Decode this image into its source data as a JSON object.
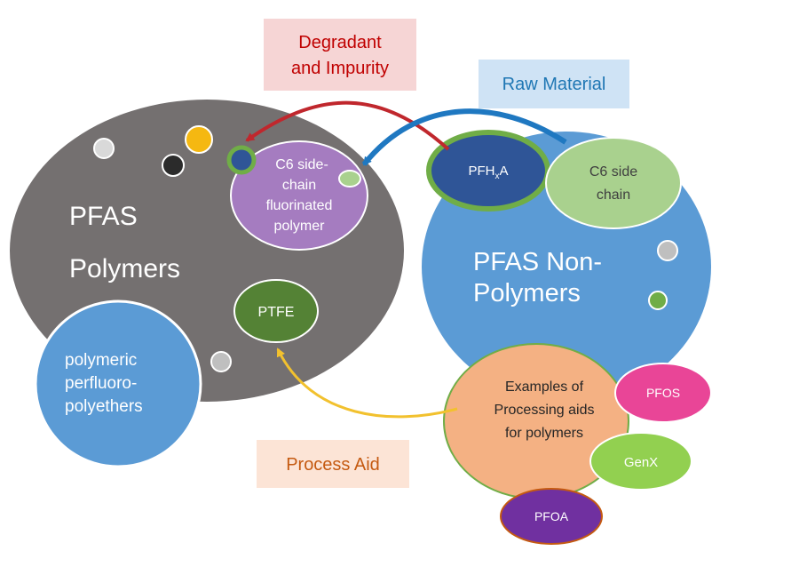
{
  "colors": {
    "polymers_bg": "#747070",
    "non_polymers_bg": "#5b9bd5",
    "perfluoro_bg": "#5b9bd5",
    "side_chain_polymer": "#a57cc0",
    "pfhxa": "#2f5597",
    "c6_side_chain": "#a9d18e",
    "ptfe": "#548235",
    "processing_aids": "#f4b183",
    "pfos": "#e94597",
    "genx": "#92d050",
    "pfoa": "#7030a0",
    "degradant_label_bg": "#f6d5d5",
    "degradant_text": "#c00000",
    "raw_label_bg": "#cfe3f5",
    "raw_text": "#1f77b4",
    "process_label_bg": "#fce4d6",
    "process_text": "#c55a11",
    "arrow_red": "#c0272d",
    "arrow_blue": "#1f78c1",
    "arrow_yellow": "#f2c12e"
  },
  "labels": {
    "degradant_line1": "Degradant",
    "degradant_line2": "and Impurity",
    "raw_material": "Raw Material",
    "process_aid": "Process Aid"
  },
  "polymers": {
    "line1": "PFAS",
    "line2": "Polymers"
  },
  "non_polymers": {
    "line1": "PFAS Non-",
    "line2": "Polymers"
  },
  "side_chain_polymer": {
    "line1": "C6 side-",
    "line2": "chain",
    "line3": "fluorinated",
    "line4": "polymer"
  },
  "pfhxa": {
    "main": "PFH",
    "sub": "x",
    "tail": "A"
  },
  "c6_side_chain": {
    "line1": "C6 side",
    "line2": "chain"
  },
  "ptfe": "PTFE",
  "perfluoro": {
    "line1": "polymeric",
    "line2": "perfluoro-",
    "line3": "polyethers"
  },
  "processing_aids": {
    "line1": "Examples of",
    "line2": "Processing aids",
    "line3": "for polymers"
  },
  "pfos": "PFOS",
  "genx": "GenX",
  "pfoa": "PFOA"
}
